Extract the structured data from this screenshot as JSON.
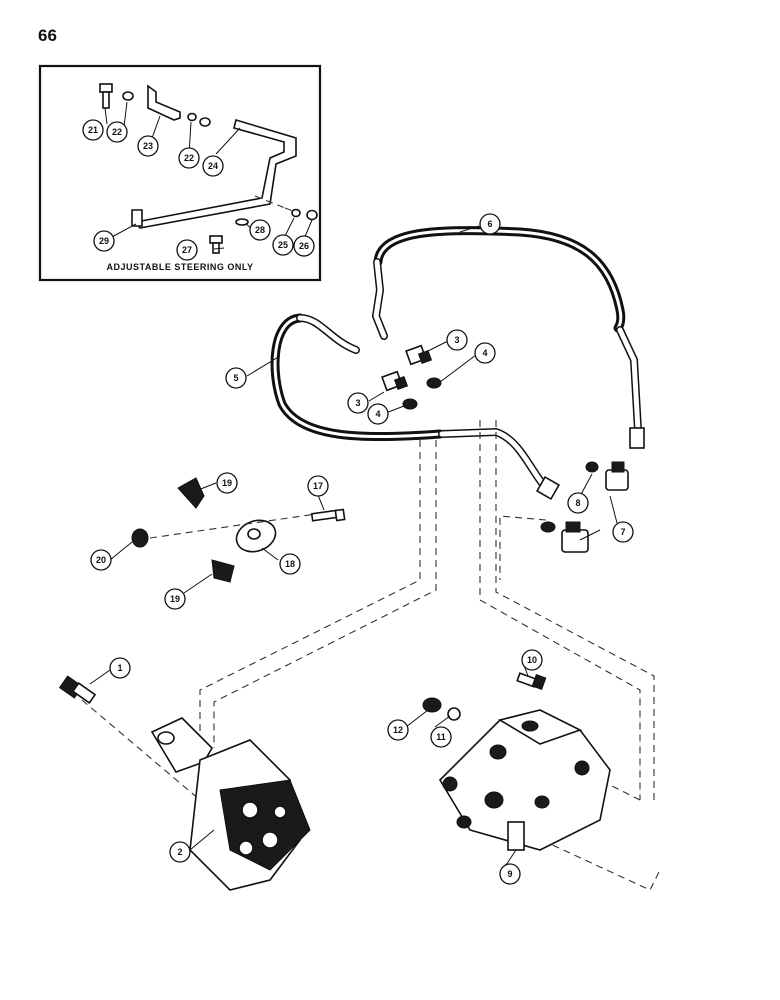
{
  "page_number": "66",
  "inset": {
    "caption": "ADJUSTABLE STEERING ONLY",
    "callouts": [
      "21",
      "22",
      "23",
      "22",
      "24",
      "29",
      "27",
      "28",
      "25",
      "26"
    ]
  },
  "callouts": [
    "1",
    "2",
    "3",
    "3",
    "4",
    "4",
    "5",
    "6",
    "7",
    "8",
    "9",
    "10",
    "11",
    "12",
    "17",
    "18",
    "19",
    "19",
    "20"
  ]
}
